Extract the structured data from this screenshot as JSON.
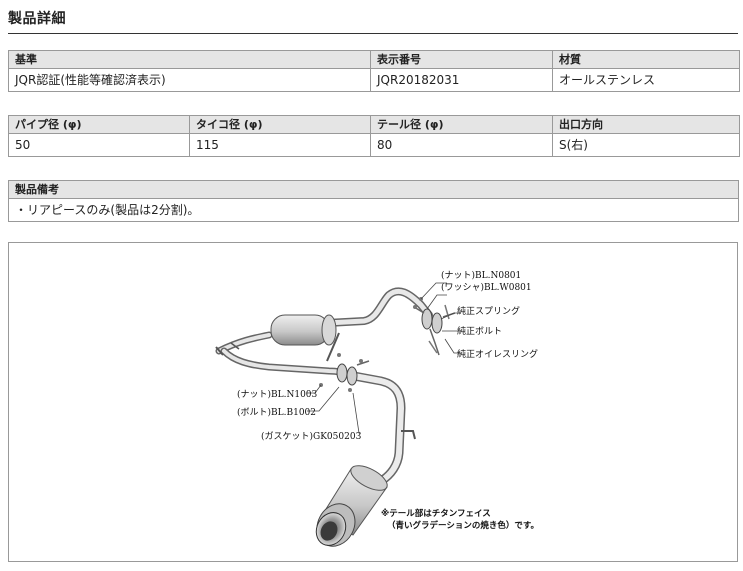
{
  "page": {
    "title": "製品詳細"
  },
  "table1": {
    "headers": [
      "基準",
      "表示番号",
      "材質"
    ],
    "values": [
      "JQR認証(性能等確認済表示)",
      "JQR20182031",
      "オールステンレス"
    ]
  },
  "table2": {
    "headers": [
      "パイプ径 (φ)",
      "タイコ径 (φ)",
      "テール径 (φ)",
      "出口方向"
    ],
    "values": [
      "50",
      "115",
      "80",
      "S(右)"
    ]
  },
  "table3": {
    "header": "製品備考",
    "value": "・リアピースのみ(製品は2分割)。"
  },
  "diagram": {
    "labels": {
      "nut_n0801": "(ナット)BL.N0801",
      "washer_w0801": "(ワッシャ)BL.W0801",
      "spring": "純正スプリング",
      "bolt_genuine": "純正ボルト",
      "oil_ring": "純正オイレスリング",
      "nut_n1003": "(ナット)BL.N1003",
      "bolt_b1002": "(ボルト)BL.B1002",
      "gasket": "(ガスケット)GK050203"
    },
    "note_line1": "※テール部はチタンフェイス",
    "note_line2": "（青いグラデーションの焼き色）です。"
  }
}
